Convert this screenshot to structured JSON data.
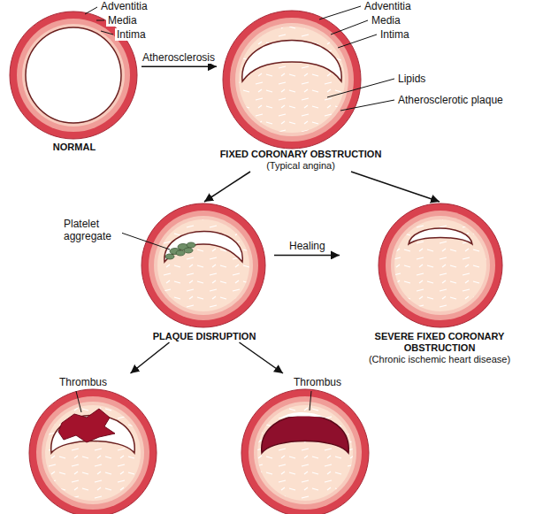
{
  "diagram": {
    "nodes": [
      {
        "text": [
          "NORMAL"
        ]
      },
      {
        "text": [
          "FIXED CORONARY OBSTRUCTION",
          "(Typical angina)"
        ]
      },
      {
        "text": [
          "PLAQUE DISRUPTION"
        ]
      },
      {
        "text": [
          "SEVERE FIXED CORONARY OBSTRUCTION",
          "(Chronic ischemic heart disease)"
        ]
      },
      {
        "text": [
          "Thrombus"
        ]
      },
      {
        "text": [
          "Thrombus"
        ]
      }
    ],
    "edges": [
      {
        "from": 0,
        "to": 1,
        "arrow": "to",
        "label": "Atherosclerosis"
      },
      {
        "from": 1,
        "to": 2,
        "arrow": "to"
      },
      {
        "from": 1,
        "to": 3,
        "arrow": "to"
      },
      {
        "from": 2,
        "to": 3,
        "arrow": "to",
        "label": "Healing"
      },
      {
        "from": 2,
        "to": 4,
        "arrow": "to"
      },
      {
        "from": 2,
        "to": 5,
        "arrow": "to"
      }
    ],
    "labels": [
      "Adventitia",
      "Media",
      "Intima",
      "Adventitia",
      "Media",
      "Intima",
      "Lipids",
      "Atherosclerotic plaque",
      "Platelet aggregate"
    ]
  }
}
